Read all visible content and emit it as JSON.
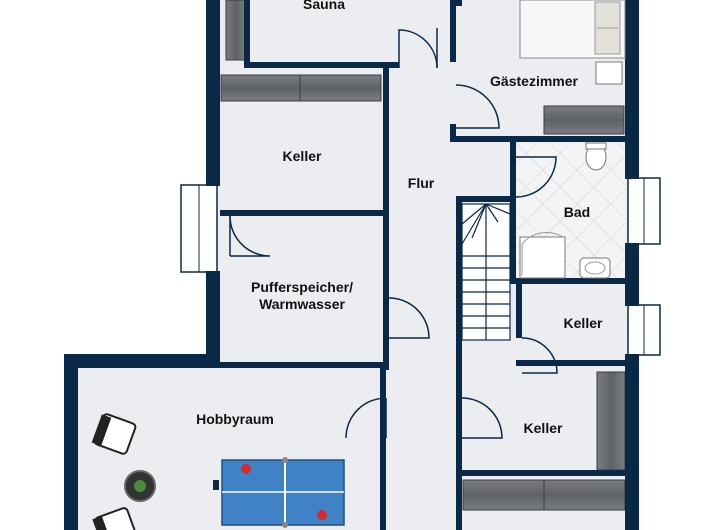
{
  "colors": {
    "wall": "#0a2847",
    "floor": "#ebedf0",
    "cabinet": "#6e7175",
    "table": "#3f83c6",
    "bath_tile": "#f3f3f3"
  },
  "rooms": {
    "sauna": "Sauna",
    "gaestezimmer": "Gästezimmer",
    "keller_top": "Keller",
    "flur": "Flur",
    "bad": "Bad",
    "puffer_line1": "Pufferspeicher/",
    "puffer_line2": "Warmwasser",
    "keller_right": "Keller",
    "hobbyraum": "Hobbyraum",
    "keller_bottom": "Keller"
  },
  "furniture": {
    "bed": "bed-icon",
    "toilet": "toilet-icon",
    "sink": "sink-icon",
    "shower": "shower-icon",
    "stairs": "staircase-icon",
    "armchair": "armchair-icon",
    "table_tennis": "ping-pong-table-icon",
    "robot_vacuum": "robot-vacuum-icon"
  }
}
